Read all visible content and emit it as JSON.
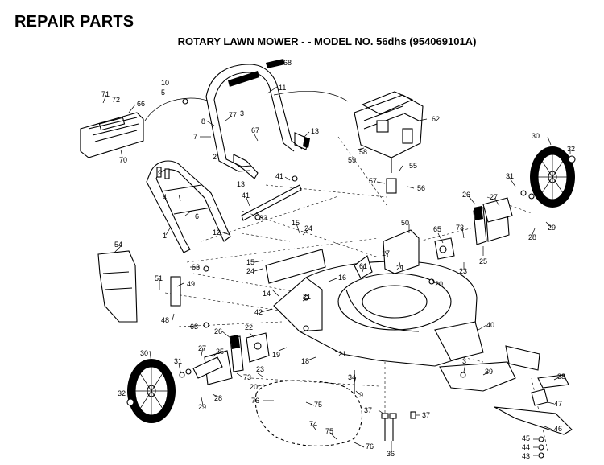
{
  "header": {
    "title": "REPAIR PARTS",
    "subtitle": "ROTARY LAWN MOWER - - MODEL NO. 56dhs (954069101A)"
  },
  "callouts": [
    {
      "id": "c68",
      "text": "68"
    },
    {
      "id": "c10",
      "text": "10"
    },
    {
      "id": "c5",
      "text": "5"
    },
    {
      "id": "c11",
      "text": "11"
    },
    {
      "id": "c71",
      "text": "71"
    },
    {
      "id": "c72",
      "text": "72"
    },
    {
      "id": "c66",
      "text": "66"
    },
    {
      "id": "c70",
      "text": "70"
    },
    {
      "id": "c8",
      "text": "8"
    },
    {
      "id": "c77",
      "text": "77"
    },
    {
      "id": "c3a",
      "text": "3"
    },
    {
      "id": "c7",
      "text": "7"
    },
    {
      "id": "c67",
      "text": "67"
    },
    {
      "id": "c2",
      "text": "2"
    },
    {
      "id": "c13a",
      "text": "13"
    },
    {
      "id": "c13b",
      "text": "13"
    },
    {
      "id": "c62",
      "text": "62"
    },
    {
      "id": "c58",
      "text": "58"
    },
    {
      "id": "c59",
      "text": "59"
    },
    {
      "id": "c55",
      "text": "55"
    },
    {
      "id": "c57",
      "text": "57"
    },
    {
      "id": "c56",
      "text": "56"
    },
    {
      "id": "c30a",
      "text": "30"
    },
    {
      "id": "c32a",
      "text": "32"
    },
    {
      "id": "c31a",
      "text": "31"
    },
    {
      "id": "c27a",
      "text": "27"
    },
    {
      "id": "c26a",
      "text": "26"
    },
    {
      "id": "c28a",
      "text": "28"
    },
    {
      "id": "c29a",
      "text": "29"
    },
    {
      "id": "c41a",
      "text": "41"
    },
    {
      "id": "c41b",
      "text": "41"
    },
    {
      "id": "c33",
      "text": "33"
    },
    {
      "id": "c9a",
      "text": "9"
    },
    {
      "id": "c4",
      "text": "4"
    },
    {
      "id": "c6",
      "text": "6"
    },
    {
      "id": "c1",
      "text": "1"
    },
    {
      "id": "c12",
      "text": "12"
    },
    {
      "id": "c15a",
      "text": "15"
    },
    {
      "id": "c24a",
      "text": "24"
    },
    {
      "id": "c50",
      "text": "50"
    },
    {
      "id": "c65",
      "text": "65"
    },
    {
      "id": "c73a",
      "text": "73"
    },
    {
      "id": "c25a",
      "text": "25"
    },
    {
      "id": "c23a",
      "text": "23"
    },
    {
      "id": "c54",
      "text": "54"
    },
    {
      "id": "c63a",
      "text": "63"
    },
    {
      "id": "c15b",
      "text": "15"
    },
    {
      "id": "c24b",
      "text": "24"
    },
    {
      "id": "c61",
      "text": "61"
    },
    {
      "id": "c17",
      "text": "17"
    },
    {
      "id": "c21a",
      "text": "21"
    },
    {
      "id": "c20a",
      "text": "20"
    },
    {
      "id": "c51",
      "text": "51"
    },
    {
      "id": "c49",
      "text": "49"
    },
    {
      "id": "c14",
      "text": "14"
    },
    {
      "id": "c16",
      "text": "16"
    },
    {
      "id": "c21b",
      "text": "21"
    },
    {
      "id": "c42",
      "text": "42"
    },
    {
      "id": "c48",
      "text": "48"
    },
    {
      "id": "c63b",
      "text": "63"
    },
    {
      "id": "c40",
      "text": "40"
    },
    {
      "id": "c26b",
      "text": "26"
    },
    {
      "id": "c22",
      "text": "22"
    },
    {
      "id": "c19",
      "text": "19"
    },
    {
      "id": "c18",
      "text": "18"
    },
    {
      "id": "c21c",
      "text": "21"
    },
    {
      "id": "c30b",
      "text": "30"
    },
    {
      "id": "c31b",
      "text": "31"
    },
    {
      "id": "c27b",
      "text": "27"
    },
    {
      "id": "c25b",
      "text": "25"
    },
    {
      "id": "c73b",
      "text": "73"
    },
    {
      "id": "c23b",
      "text": "23"
    },
    {
      "id": "c20b",
      "text": "20"
    },
    {
      "id": "c3b",
      "text": "3"
    },
    {
      "id": "c39",
      "text": "39"
    },
    {
      "id": "c38",
      "text": "38"
    },
    {
      "id": "c34",
      "text": "34"
    },
    {
      "id": "c9b",
      "text": "9"
    },
    {
      "id": "c32b",
      "text": "32"
    },
    {
      "id": "c28b",
      "text": "28"
    },
    {
      "id": "c29b",
      "text": "29"
    },
    {
      "id": "c76a",
      "text": "76"
    },
    {
      "id": "c75a",
      "text": "75"
    },
    {
      "id": "c47",
      "text": "47"
    },
    {
      "id": "c37a",
      "text": "37"
    },
    {
      "id": "c37b",
      "text": "37"
    },
    {
      "id": "c74",
      "text": "74"
    },
    {
      "id": "c75b",
      "text": "75"
    },
    {
      "id": "c76b",
      "text": "76"
    },
    {
      "id": "c36",
      "text": "36"
    },
    {
      "id": "c46",
      "text": "46"
    },
    {
      "id": "c45",
      "text": "45"
    },
    {
      "id": "c44",
      "text": "44"
    },
    {
      "id": "c43",
      "text": "43"
    }
  ]
}
